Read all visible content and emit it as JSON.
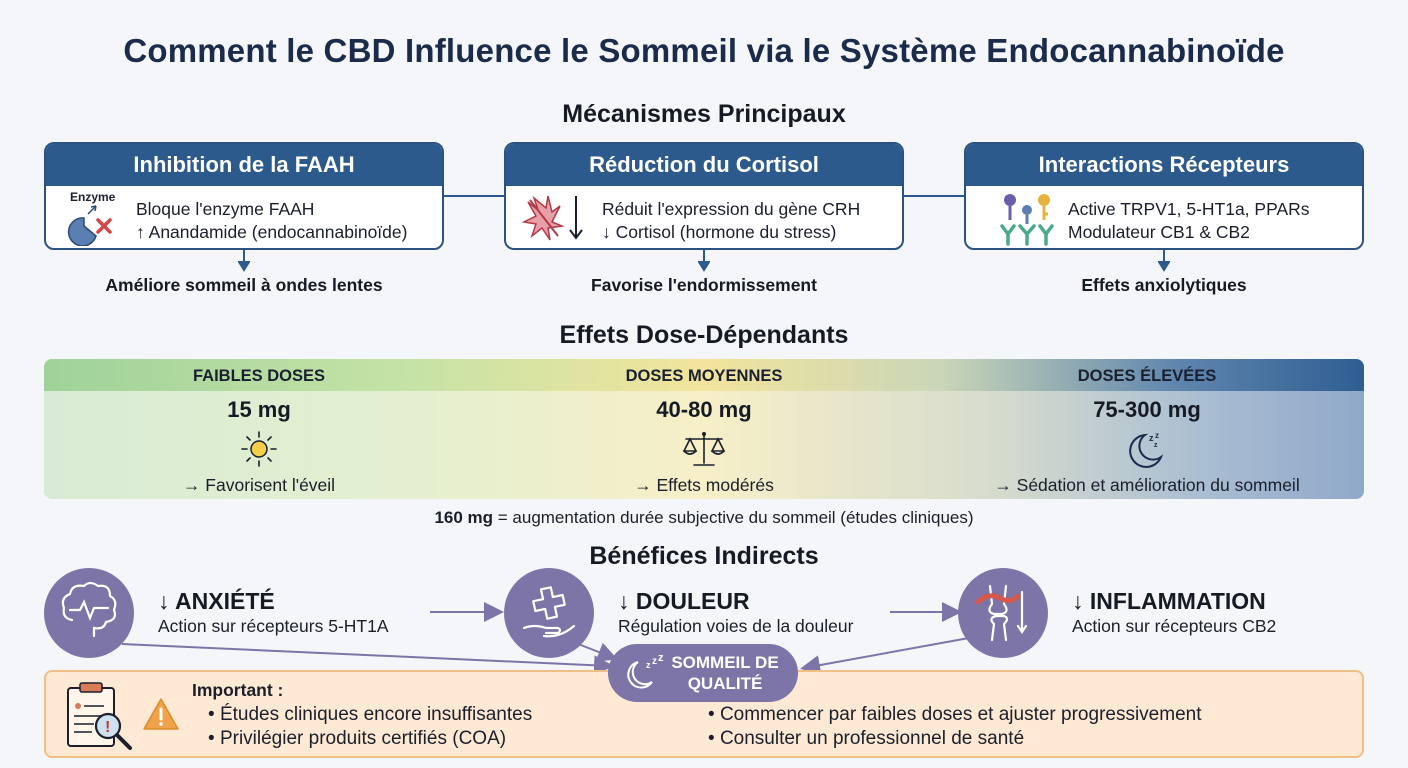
{
  "title": "Comment le CBD Influence le Sommeil via le Système Endocannabinoïde",
  "mechanisms": {
    "heading": "Mécanismes Principaux",
    "cards": [
      {
        "title": "Inhibition de la FAAH",
        "icon_label": "Enzyme",
        "line1": "Bloque l'enzyme FAAH",
        "line2": "↑ Anandamide (endocannabinoïde)",
        "effect": "Améliore sommeil à ondes lentes",
        "icon": "enzyme-blocked-icon"
      },
      {
        "title": "Réduction du Cortisol",
        "line1": "Réduit l'expression du gène CRH",
        "line2": "↓ Cortisol (hormone du stress)",
        "effect": "Favorise l'endormissement",
        "icon": "stress-down-icon"
      },
      {
        "title": "Interactions Récepteurs",
        "line1": "Active TRPV1, 5-HT1a, PPARs",
        "line2": "Modulateur CB1 & CB2",
        "effect": "Effets anxiolytiques",
        "icon": "receptor-keys-icon"
      }
    ]
  },
  "doses": {
    "heading": "Effets Dose-Dépendants",
    "levels": [
      {
        "name": "FAIBLES DOSES",
        "amount": "15 mg",
        "effect": "→ Favorisent l'éveil",
        "icon": "sun-icon"
      },
      {
        "name": "DOSES MOYENNES",
        "amount": "40-80 mg",
        "effect": "→ Effets modérés",
        "icon": "balance-scale-icon"
      },
      {
        "name": "DOSES ÉLEVÉES",
        "amount": "75-300 mg",
        "effect": "→ Sédation et amélioration du sommeil",
        "icon": "moon-sleep-icon"
      }
    ],
    "note_bold": "160 mg",
    "note_rest": " = augmentation durée subjective du sommeil (études cliniques)"
  },
  "benefits": {
    "heading": "Bénéfices Indirects",
    "items": [
      {
        "title": "↓ ANXIÉTÉ",
        "desc": "Action sur récepteurs 5-HT1A",
        "icon": "brain-icon"
      },
      {
        "title": "↓ DOULEUR",
        "desc": "Régulation voies de la douleur",
        "icon": "hand-care-icon"
      },
      {
        "title": "↓ INFLAMMATION",
        "desc": "Action sur récepteurs CB2",
        "icon": "knee-joint-icon"
      }
    ],
    "center_line1": "SOMMEIL DE",
    "center_line2": "QUALITÉ"
  },
  "important": {
    "title": "Important :",
    "left_items": [
      "Études cliniques encore insuffisantes",
      "Privilégier produits certifiés (COA)"
    ],
    "right_items": [
      "Commencer par faibles doses et ajuster progressivement",
      "Consulter un professionnel de santé"
    ]
  },
  "colors": {
    "header_blue": "#2c5a8c",
    "purple": "#7d74a8",
    "warning_orange": "#f0a24a",
    "important_bg": "#fde9d4"
  }
}
